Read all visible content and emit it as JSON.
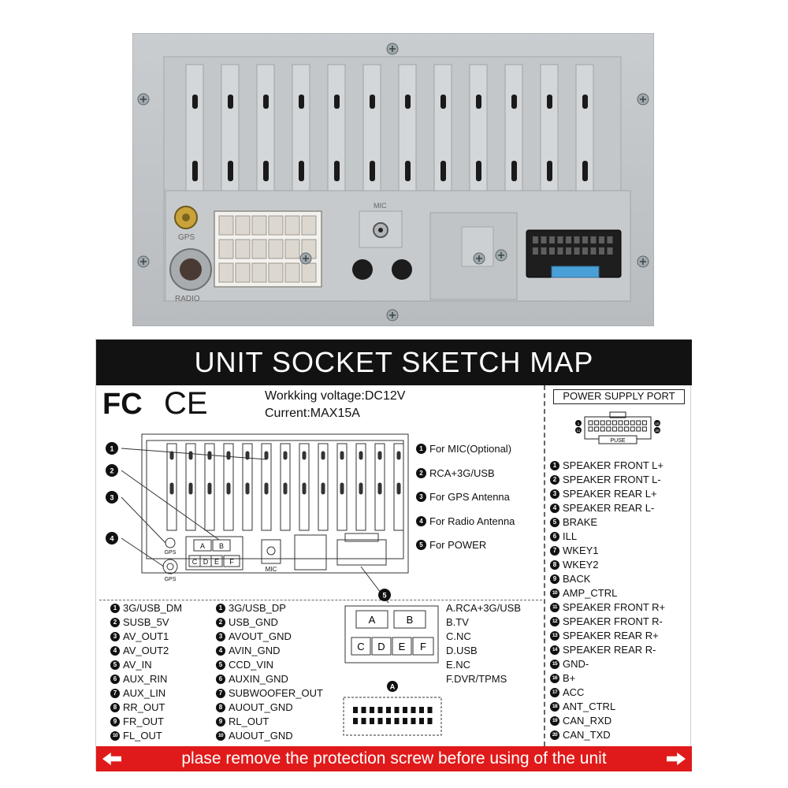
{
  "sticker": {
    "title": "UNIT SOCKET SKETCH MAP",
    "spec_voltage": "Workking voltage:DC12V",
    "spec_current": "Current:MAX15A",
    "logo_fc": "FC",
    "logo_ce": "CE",
    "bottom_warning": "plase remove the protection screw before using of the unit"
  },
  "photo": {
    "label_gps": "GPS",
    "label_radio": "RADIO",
    "label_mic": "MIC"
  },
  "diagram": {
    "label_gps_top": "GPS",
    "label_gps_bottom": "GPS",
    "label_mic": "MIC",
    "connector_letters": [
      "A",
      "B",
      "C",
      "D",
      "E",
      "F"
    ],
    "callout_numbers": [
      "1",
      "2",
      "3",
      "4",
      "5"
    ]
  },
  "callouts": [
    {
      "num": "1",
      "label": "For MIC(Optional)"
    },
    {
      "num": "2",
      "label": "RCA+3G/USB"
    },
    {
      "num": "3",
      "label": "For GPS Antenna"
    },
    {
      "num": "4",
      "label": "For Radio Antenna"
    },
    {
      "num": "5",
      "label": "For POWER"
    }
  ],
  "power_supply_port": {
    "title": "POWER SUPPLY PORT",
    "plug_label": "PUSE",
    "pin_marks": [
      "1",
      "11",
      "10",
      "20"
    ],
    "pins": [
      {
        "num": "1",
        "label": "SPEAKER FRONT L+"
      },
      {
        "num": "2",
        "label": "SPEAKER FRONT L-"
      },
      {
        "num": "3",
        "label": "SPEAKER REAR L+"
      },
      {
        "num": "4",
        "label": "SPEAKER REAR L-"
      },
      {
        "num": "5",
        "label": "BRAKE"
      },
      {
        "num": "6",
        "label": "ILL"
      },
      {
        "num": "7",
        "label": "WKEY1"
      },
      {
        "num": "8",
        "label": "WKEY2"
      },
      {
        "num": "9",
        "label": "BACK"
      },
      {
        "num": "10",
        "label": "AMP_CTRL"
      },
      {
        "num": "11",
        "label": "SPEAKER FRONT R+"
      },
      {
        "num": "12",
        "label": "SPEAKER FRONT R-"
      },
      {
        "num": "13",
        "label": "SPEAKER REAR R+"
      },
      {
        "num": "14",
        "label": "SPEAKER REAR R-"
      },
      {
        "num": "15",
        "label": "GND-"
      },
      {
        "num": "16",
        "label": "B+"
      },
      {
        "num": "17",
        "label": "ACC"
      },
      {
        "num": "18",
        "label": "ANT_CTRL"
      },
      {
        "num": "19",
        "label": "CAN_RXD"
      },
      {
        "num": "20",
        "label": "CAN_TXD"
      }
    ]
  },
  "connector_a_left": [
    {
      "num": "1",
      "label": "3G/USB_DM"
    },
    {
      "num": "2",
      "label": "SUSB_5V"
    },
    {
      "num": "3",
      "label": "AV_OUT1"
    },
    {
      "num": "4",
      "label": "AV_OUT2"
    },
    {
      "num": "5",
      "label": "AV_IN"
    },
    {
      "num": "6",
      "label": "AUX_RIN"
    },
    {
      "num": "7",
      "label": "AUX_LIN"
    },
    {
      "num": "8",
      "label": "RR_OUT"
    },
    {
      "num": "9",
      "label": "FR_OUT"
    },
    {
      "num": "10",
      "label": "FL_OUT"
    }
  ],
  "connector_a_right": [
    {
      "num": "1",
      "label": "3G/USB_DP"
    },
    {
      "num": "2",
      "label": "USB_GND"
    },
    {
      "num": "3",
      "label": "AVOUT_GND"
    },
    {
      "num": "4",
      "label": "AVIN_GND"
    },
    {
      "num": "5",
      "label": "CCD_VIN"
    },
    {
      "num": "6",
      "label": "AUXIN_GND"
    },
    {
      "num": "7",
      "label": "SUBWOOFER_OUT"
    },
    {
      "num": "8",
      "label": "AUOUT_GND"
    },
    {
      "num": "9",
      "label": "RL_OUT"
    },
    {
      "num": "10",
      "label": "AUOUT_GND"
    }
  ],
  "abc_box": {
    "letters": [
      "A",
      "B",
      "C",
      "D",
      "E",
      "F"
    ],
    "connector_label": "A"
  },
  "abc_legend": [
    "A.RCA+3G/USB",
    "B.TV",
    "C.NC",
    "D.USB",
    "E.NC",
    "F.DVR/TPMS"
  ]
}
